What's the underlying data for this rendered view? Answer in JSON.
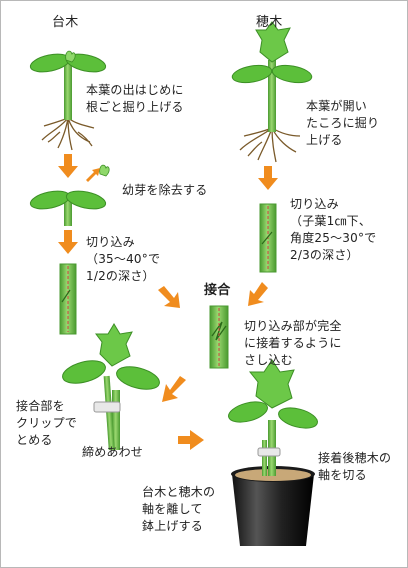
{
  "labels": {
    "rootstock_title": "台木",
    "scion_title": "穂木",
    "rootstock_dig": "本葉の出はじめに\n根ごと掘り上げる",
    "scion_dig": "本葉が開い\nたころに掘り\n上げる",
    "remove_bud": "幼芽を除去する",
    "rootstock_cut": "切り込み\n（35～40°で\n1/2の深さ）",
    "scion_cut": "切り込み\n（子葉1㎝下、\n角度25～30°で\n2/3の深さ）",
    "join_title": "接合",
    "join_desc": "切り込み部が完全\nに接着するように\nさし込む",
    "clip_desc": "接合部を\nクリップで\nとめる",
    "tie": "締めあわせ",
    "cut_scion": "接着後穂木の\n軸を切る",
    "pot_up": "台木と穂木の\n軸を離して\n鉢上げする"
  },
  "colors": {
    "arrow": "#f08c1e",
    "leaf": "#5cbf3a",
    "leaf_light": "#8fd86a",
    "leaf_dark": "#3c8f25",
    "stem": "#78c850",
    "stem_dark": "#4a9a30",
    "root": "#7a5a2a",
    "pot": "#2a2a2a",
    "soil": "#c8a878",
    "cut_line": "#d04040",
    "clip": "#e8e8e8"
  }
}
